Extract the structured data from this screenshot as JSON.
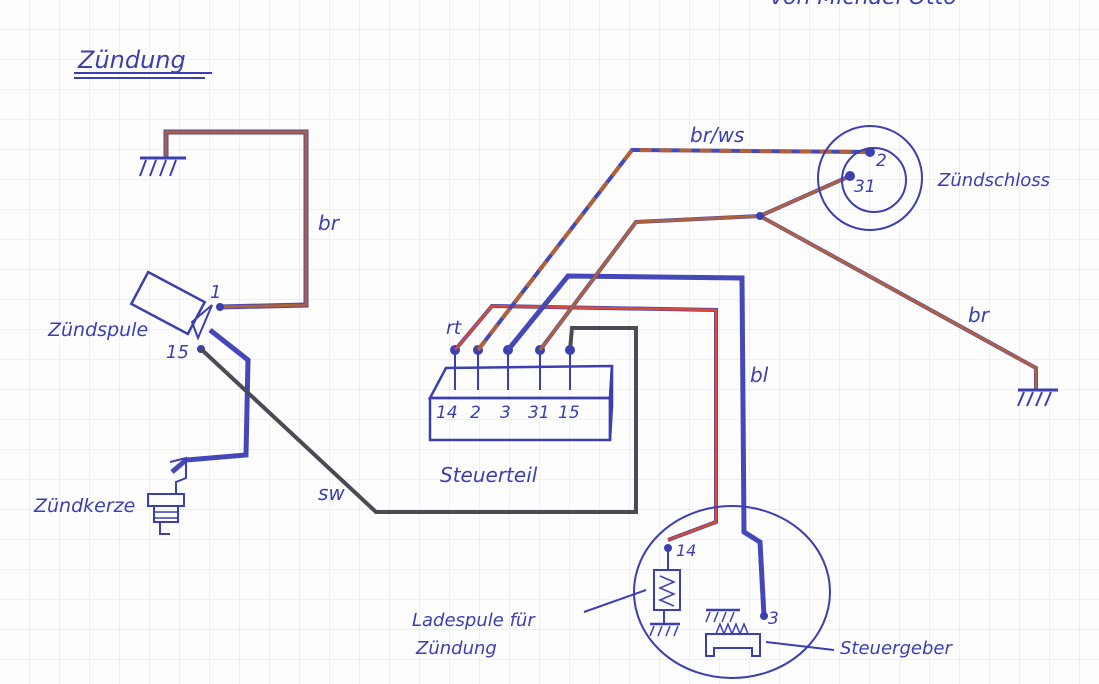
{
  "title": "Zündung",
  "author_fragment": "von Michael Otto",
  "colors": {
    "ink": "#3b3fb0",
    "brown": "#b0603a",
    "blue": "#4548b8",
    "red": "#e04a2c",
    "black": "#4b4b55",
    "ground": "#3b3fb0"
  },
  "components": {
    "coil": {
      "label": "Zündspule",
      "terminal_1": "1",
      "terminal_15": "15"
    },
    "spark_plug": {
      "label": "Zündkerze"
    },
    "control_unit": {
      "label": "Steuerteil",
      "pins": [
        "14",
        "2",
        "3",
        "31",
        "15"
      ],
      "pin_rt_label": "rt"
    },
    "ignition_switch": {
      "label": "Zündschloss",
      "terminal_2": "2",
      "terminal_31": "31"
    },
    "charging_coil": {
      "label_line1": "Ladespule für",
      "label_line2": "Zündung",
      "terminal": "14"
    },
    "pickup": {
      "label": "Steuergeber",
      "terminal": "3"
    }
  },
  "wires": {
    "coil_ground": "br",
    "switch_ground": "br",
    "switch_to_unit": "br/ws",
    "pickup_signal": "bl",
    "coil_to_unit": "sw"
  }
}
